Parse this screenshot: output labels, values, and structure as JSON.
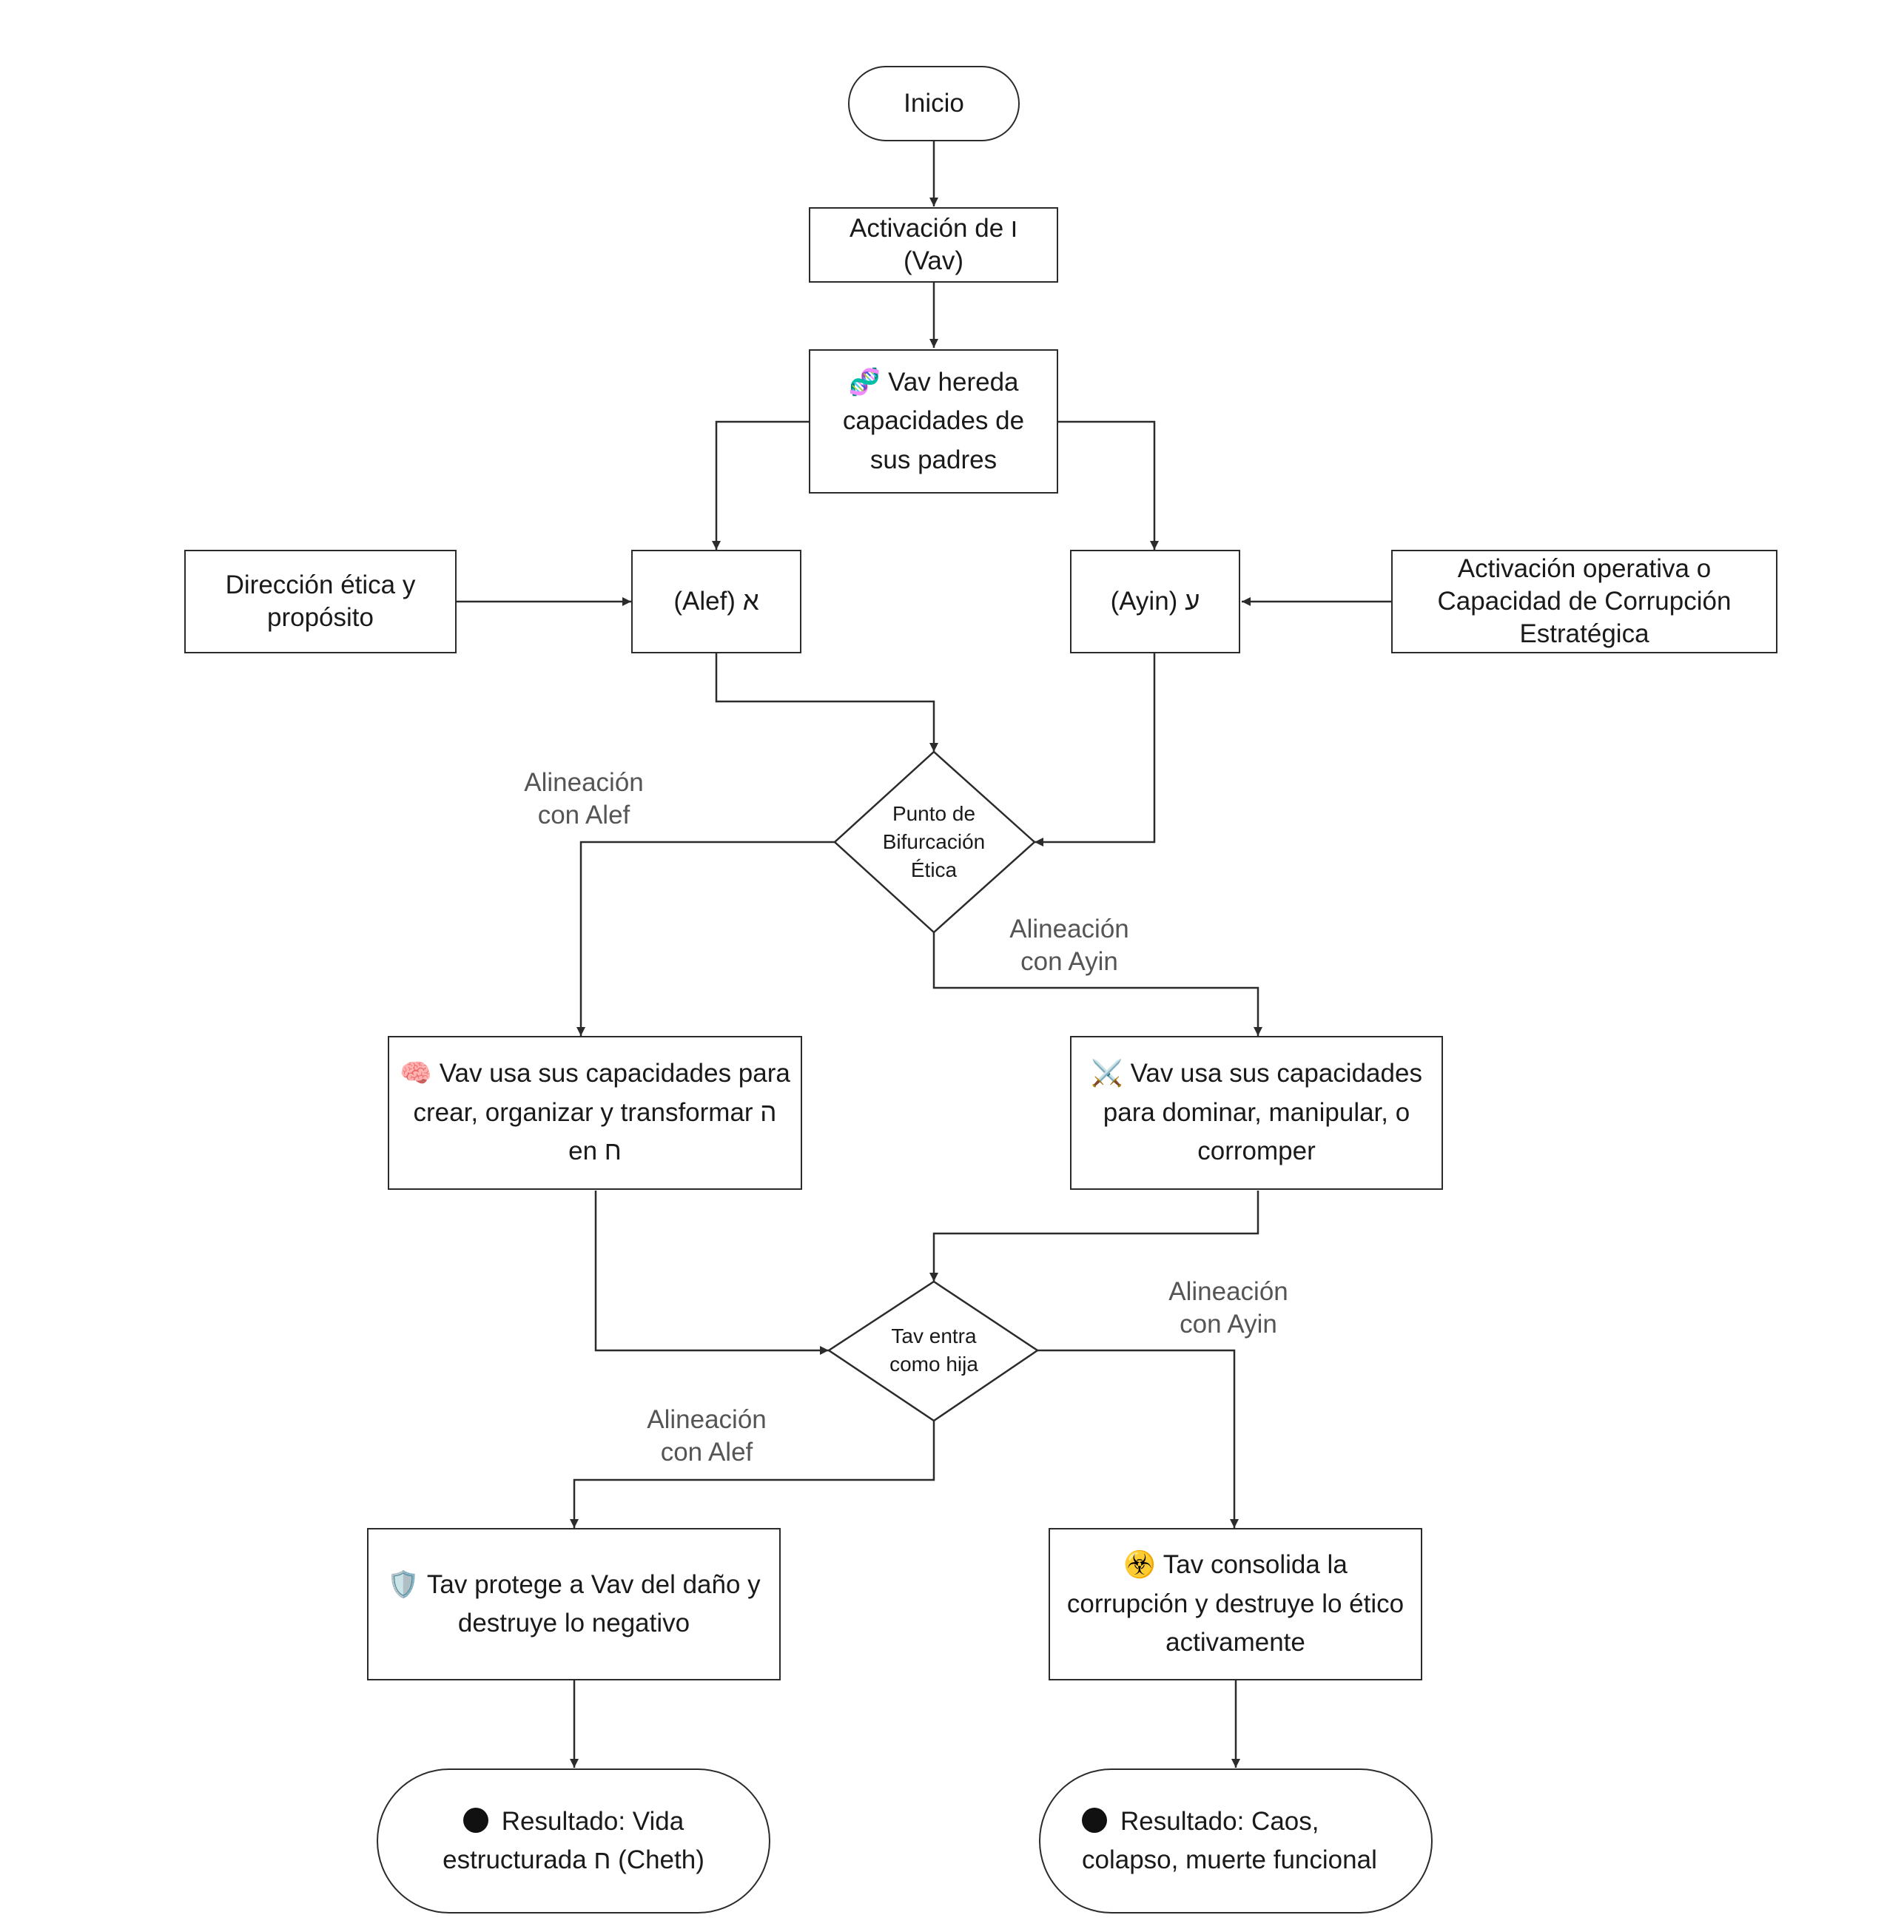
{
  "nodes": {
    "inicio": "Inicio",
    "activacion_vav": "Activación de ו (Vav)",
    "vav_hereda": "Vav hereda capacidades de sus padres",
    "direccion_etica": "Dirección ética y propósito",
    "alef": "(Alef) א",
    "ayin": "(Ayin) ע",
    "activacion_operativa": "Activación operativa o Capacidad de Corrupción Estratégica",
    "bifurcacion": "Punto de Bifurcación Ética",
    "vav_crear": "Vav usa sus capacidades para crear, organizar y transformar ה en ח",
    "vav_dominar": "Vav usa sus capacidades para dominar, manipular, o corromper",
    "tav_entra": "Tav entra como hija",
    "tav_protege": "Tav protege a Vav del daño y destruye lo negativo",
    "tav_consolida": "Tav consolida la corrupción y destruye lo ético activamente",
    "resultado_vida": "Resultado: Vida estructurada ח (Cheth)",
    "resultado_caos": "Resultado: Caos, colapso, muerte funcional"
  },
  "labels": {
    "alineacion_alef_1": "Alineación\ncon Alef",
    "alineacion_ayin_1": "Alineación\ncon Ayin",
    "alineacion_ayin_2": "Alineación\ncon Ayin",
    "alineacion_alef_2": "Alineación\ncon Alef"
  },
  "icons": {
    "vav_hereda": "dna-icon",
    "vav_crear": "brain-icon",
    "vav_dominar": "crossed-swords-icon",
    "tav_protege": "shield-icon",
    "tav_consolida": "biohazard-icon",
    "resultado_vida": "black-circle-icon",
    "resultado_caos": "black-circle-icon"
  },
  "colors": {
    "line": "#2b2b2b",
    "label": "#555555"
  }
}
